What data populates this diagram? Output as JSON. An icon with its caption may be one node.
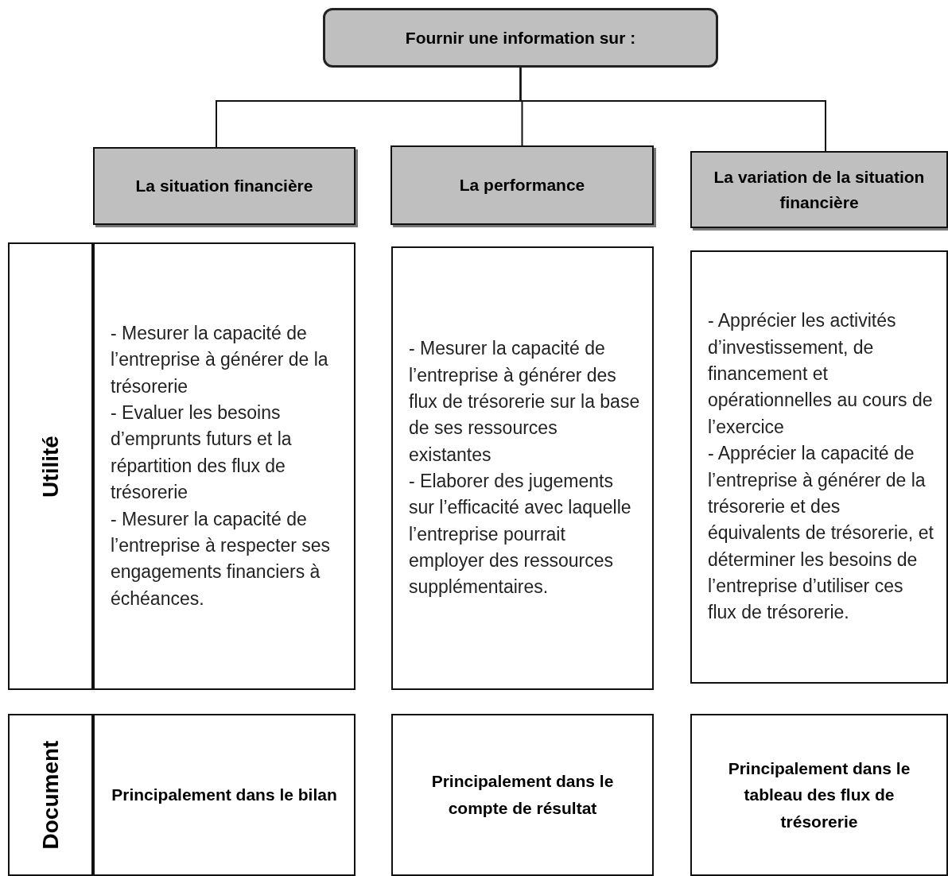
{
  "diagram": {
    "nodes": [
      {
        "text": [
          "Fournir une information sur :"
        ]
      },
      {
        "text": [
          "La situation financière"
        ]
      },
      {
        "text": [
          "La performance"
        ]
      },
      {
        "text": [
          "La variation de la situation financière"
        ]
      },
      {
        "text": [
          "Utilité"
        ]
      },
      {
        "text": [
          "- Mesurer la capacité de l’entreprise à générer de la trésorerie",
          "- Evaluer les besoins d’emprunts futurs et la répartition des flux de trésorerie",
          "- Mesurer la capacité de l’entreprise à respecter ses engagements financiers à échéances."
        ]
      },
      {
        "text": [
          "- Mesurer la capacité de l’entreprise à générer des flux de trésorerie sur la base de ses ressources existantes",
          "- Elaborer des jugements sur l’efficacité avec laquelle l’entreprise pourrait employer des ressources supplémentaires."
        ]
      },
      {
        "text": [
          "- Apprécier les activités d’investissement, de financement et opérationnelles au cours de l’exercice",
          "- Apprécier la capacité de l’entreprise à générer de la trésorerie et des équivalents de trésorerie, et déterminer les besoins de l’entreprise d’utiliser ces flux de trésorerie."
        ]
      },
      {
        "text": [
          "Document"
        ]
      },
      {
        "text": [
          "Principalement dans le bilan"
        ]
      },
      {
        "text": [
          "Principalement dans le compte de résultat"
        ]
      },
      {
        "text": [
          "Principalement dans le tableau des flux de trésorerie"
        ]
      }
    ],
    "edges": [
      {
        "from": 0,
        "to": 1,
        "arrow": "none"
      },
      {
        "from": 0,
        "to": 2,
        "arrow": "none"
      },
      {
        "from": 0,
        "to": 3,
        "arrow": "none"
      }
    ]
  }
}
